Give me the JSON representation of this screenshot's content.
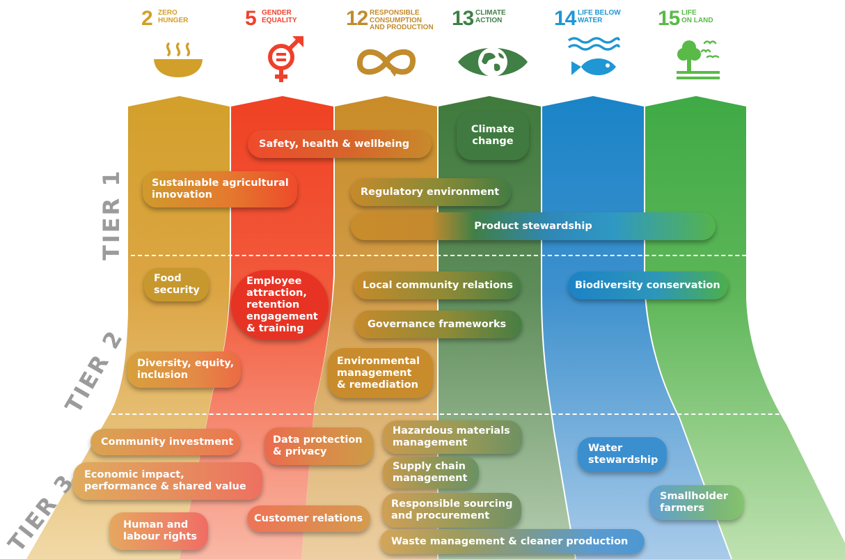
{
  "goals": [
    {
      "number": "2",
      "label": "ZERO\nHUNGER",
      "color": "#d19f2a",
      "icon": "bowl-icon"
    },
    {
      "number": "5",
      "label": "GENDER\nEQUALITY",
      "color": "#ef402b",
      "icon": "gender-equality-icon"
    },
    {
      "number": "12",
      "label": "RESPONSIBLE\nCONSUMPTION\nAND PRODUCTION",
      "color": "#bf8b2e",
      "icon": "infinity-icon"
    },
    {
      "number": "13",
      "label": "CLIMATE\nACTION",
      "color": "#407f46",
      "icon": "eye-globe-icon"
    },
    {
      "number": "14",
      "label": "LIFE BELOW\nWATER",
      "color": "#1f97d4",
      "icon": "fish-icon"
    },
    {
      "number": "15",
      "label": "LIFE\nON LAND",
      "color": "#59ba47",
      "icon": "tree-birds-icon"
    }
  ],
  "tiers": [
    "TIER 1",
    "TIER 2",
    "TIER 3"
  ],
  "topics": {
    "safety": "Safety, health & wellbeing",
    "climate": "Climate\nchange",
    "sustainable_ag": "Sustainable agricultural\ninnovation",
    "regulatory": "Regulatory environment",
    "product_stewardship": "Product stewardship",
    "food_security": "Food\nsecurity",
    "employee": "Employee\nattraction,\nretention\nengagement\n& training",
    "local_community": "Local community relations",
    "biodiversity": "Biodiversity conservation",
    "governance": "Governance frameworks",
    "diversity": "Diversity, equity,\ninclusion",
    "environmental": "Environmental\nmanagement\n& remediation",
    "community_investment": "Community investment",
    "data_protection": "Data protection\n& privacy",
    "hazardous": "Hazardous materials\nmanagement",
    "water_stewardship": "Water\nstewardship",
    "supply_chain": "Supply chain\nmanagement",
    "economic_impact": "Economic impact,\nperformance & shared value",
    "responsible_sourcing": "Responsible sourcing\nand procurement",
    "smallholder": "Smallholder\nfarmers",
    "human_rights": "Human and\nlabour rights",
    "customer_relations": "Customer relations",
    "waste": "Waste management & cleaner production"
  }
}
